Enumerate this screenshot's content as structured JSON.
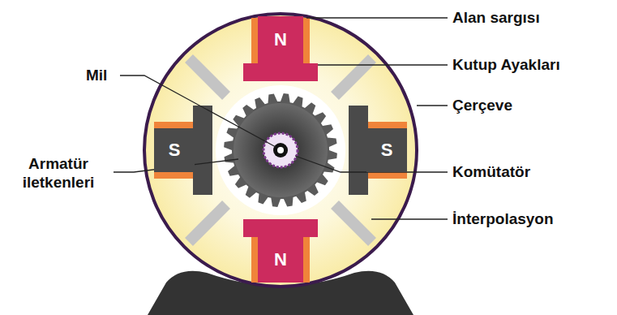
{
  "diagram": {
    "nodes": [
      {
        "text": [
          "N"
        ]
      },
      {
        "text": [
          "S"
        ]
      },
      {
        "text": [
          "S"
        ]
      },
      {
        "text": [
          "N"
        ]
      }
    ],
    "labels": [
      "Alan sargısı",
      "Mil",
      "Kutup Ayakları",
      "Çerçeve",
      "Armatür iletkenleri",
      "Komütatör",
      "İnterpolasyon"
    ]
  }
}
